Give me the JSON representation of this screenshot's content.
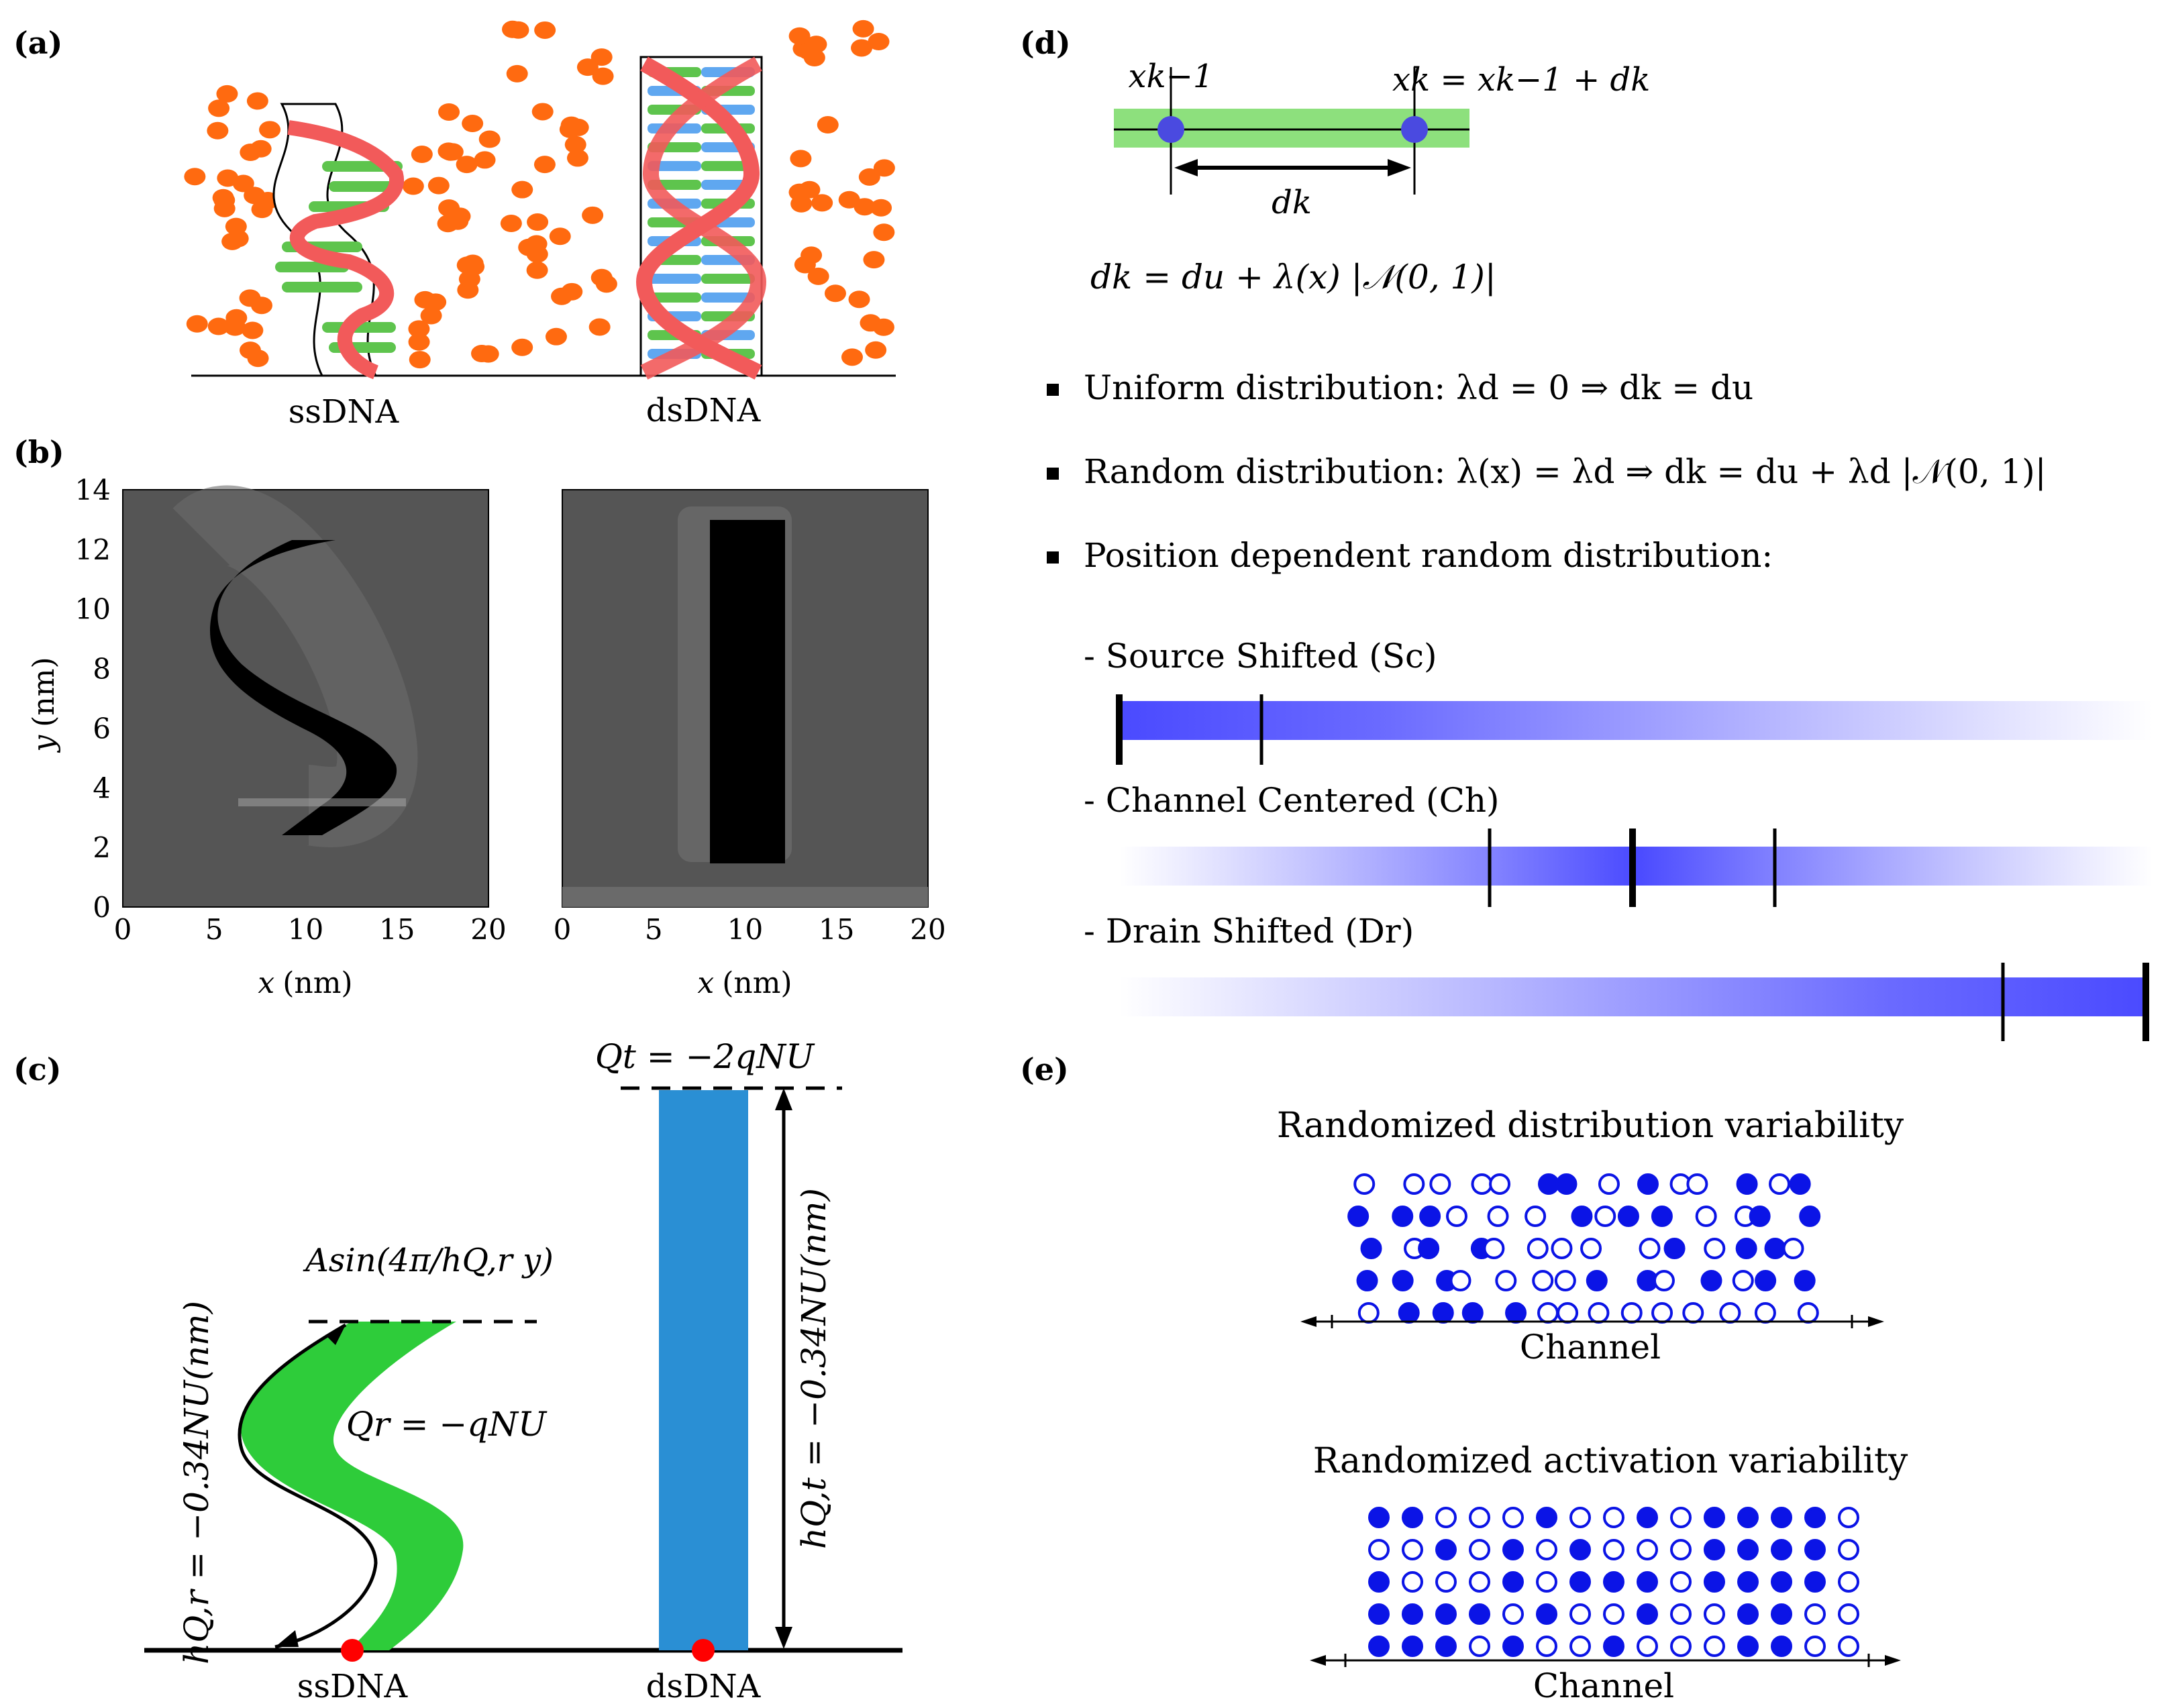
{
  "panels": {
    "a": {
      "label": "(a)",
      "ssdna_label": "ssDNA",
      "dsdna_label": "dsDNA"
    },
    "b": {
      "label": "(b)",
      "ylabel_var": "y",
      "ylabel_unit": "(nm)",
      "xlabel_var": "x",
      "xlabel_unit": "(nm)",
      "yticks": [
        "0",
        "2",
        "4",
        "6",
        "8",
        "10",
        "12",
        "14"
      ],
      "xticks": [
        "0",
        "5",
        "10",
        "15",
        "20"
      ]
    },
    "c": {
      "label": "(c)",
      "ssdna_label": "ssDNA",
      "dsdna_label": "dsDNA",
      "qt_label": "Qt = −2qNU",
      "qr_label": "Qr = −qNU",
      "asin_label": "Asin(4π/hQ,r y)",
      "hqt_label": "hQ,t = −0.34NU(nm)",
      "hqr_label": "hQ,r = −0.34NU(nm)"
    },
    "d": {
      "label": "(d)",
      "xkm1": "xk−1",
      "xk_eq": "xk = xk−1 + dk",
      "dk": "dk",
      "dk_formula": "dk = du + λ(x) |𝒩(0, 1)|",
      "bullet1": "Uniform distribution:  λd = 0  ⇒  dk = du",
      "bullet2": "Random distribution:  λ(x) = λd  ⇒  dk = du + λd |𝒩(0, 1)|",
      "bullet3": "Position dependent random distribution:",
      "sc_label": "- Source Shifted (Sc)",
      "ch_label": "- Channel Centered (Ch)",
      "dr_label": "- Drain Shifted (Dr)"
    },
    "e": {
      "label": "(e)",
      "title1": "Randomized distribution variability",
      "title2": "Randomized activation variability",
      "axis1": "Channel",
      "axis2": "Channel"
    }
  },
  "colors": {
    "orange": "#ff6a10",
    "dna_red": "#f25a5a",
    "dna_green": "#5ec44d",
    "dna_blue": "#5fa7f0",
    "green_fill": "#2ecc3a",
    "blue_bar": "#2a8fd4",
    "dot_blue": "#0b14e6",
    "grad_blue": "#5050ff"
  }
}
